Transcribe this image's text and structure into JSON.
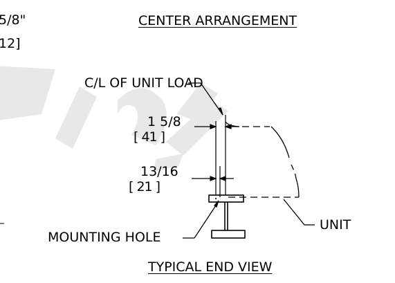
{
  "top_left_partial": {
    "line1": "5/8\"",
    "line2": "12]"
  },
  "headings": {
    "center_arrangement": "CENTER ARRANGEMENT",
    "typical_end_view": "TYPICAL END VIEW"
  },
  "labels": {
    "cl_unit_load": "C/L OF UNIT LOAD",
    "mounting_hole": "MOUNTING HOLE",
    "unit": "UNIT"
  },
  "dimensions": {
    "dim1_imperial": "1 5/8",
    "dim1_metric": "[ 41 ]",
    "dim2_imperial": "13/16",
    "dim2_metric": "[ 21 ]"
  },
  "watermark": "Preliminary",
  "colors": {
    "line": "#000000",
    "watermark": "#e6e6e6"
  }
}
